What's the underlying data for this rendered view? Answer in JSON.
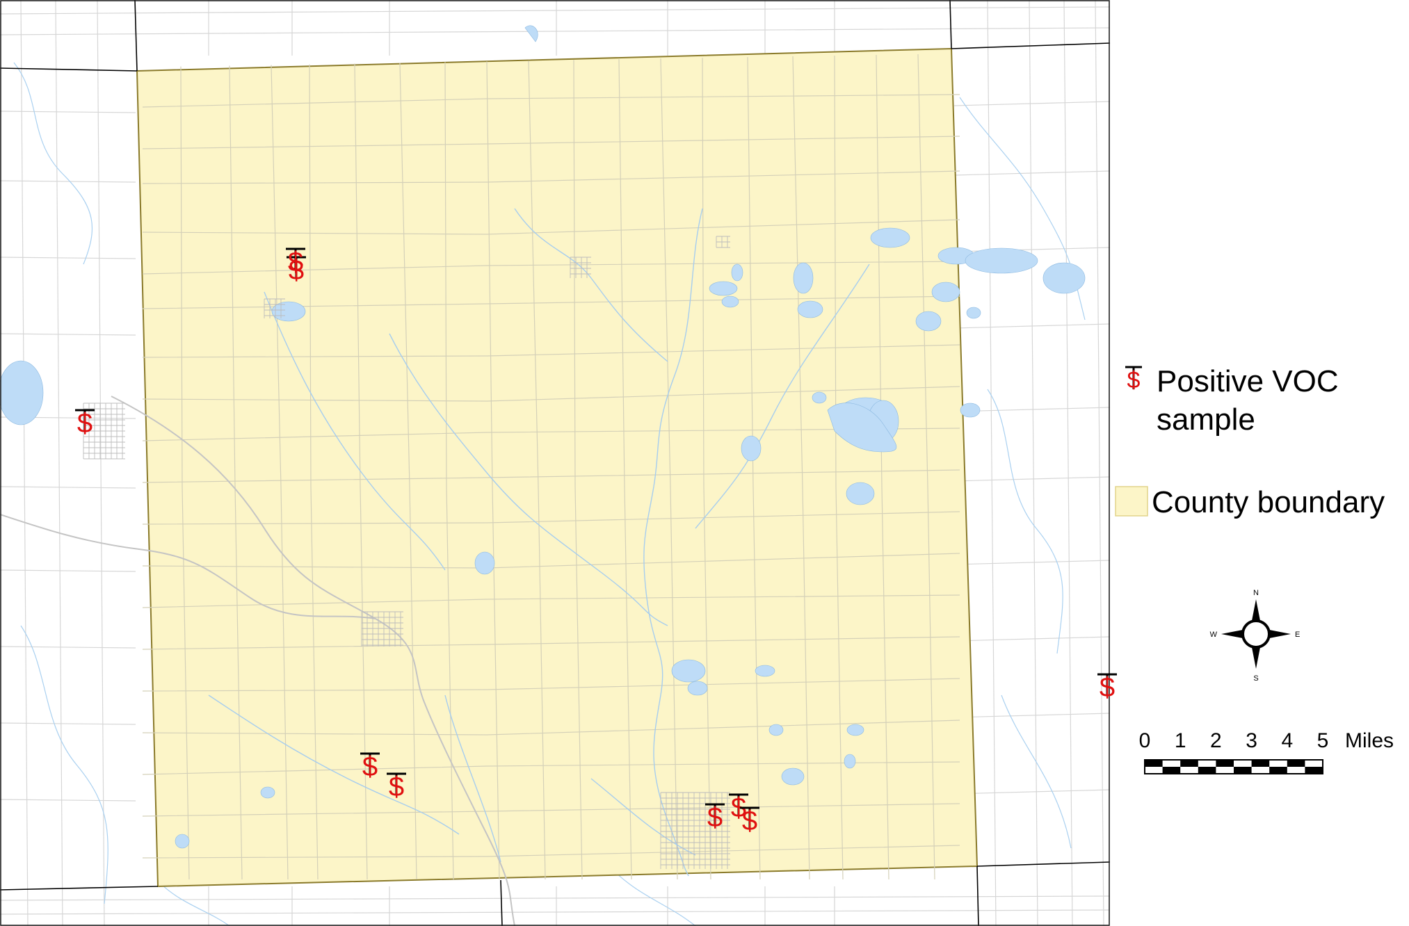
{
  "legend": {
    "marker_glyph": "$",
    "voc_label_line1": "Positive VOC",
    "voc_label_line2": "sample",
    "county_label": "County boundary"
  },
  "compass": {
    "north": "N",
    "south": "S",
    "east": "E",
    "west": "W"
  },
  "scale_bar": {
    "ticks": [
      "0",
      "1",
      "2",
      "3",
      "4",
      "5"
    ],
    "unit": "Miles"
  },
  "colors": {
    "county_fill": "#fcf5c8",
    "county_outline": "#8a7a2a",
    "water": "#bedcf7",
    "road": "#cfcfcf",
    "stream": "#9ec8ee",
    "boundary": "#000000",
    "marker_red": "#e01010"
  },
  "sample_count": 9
}
